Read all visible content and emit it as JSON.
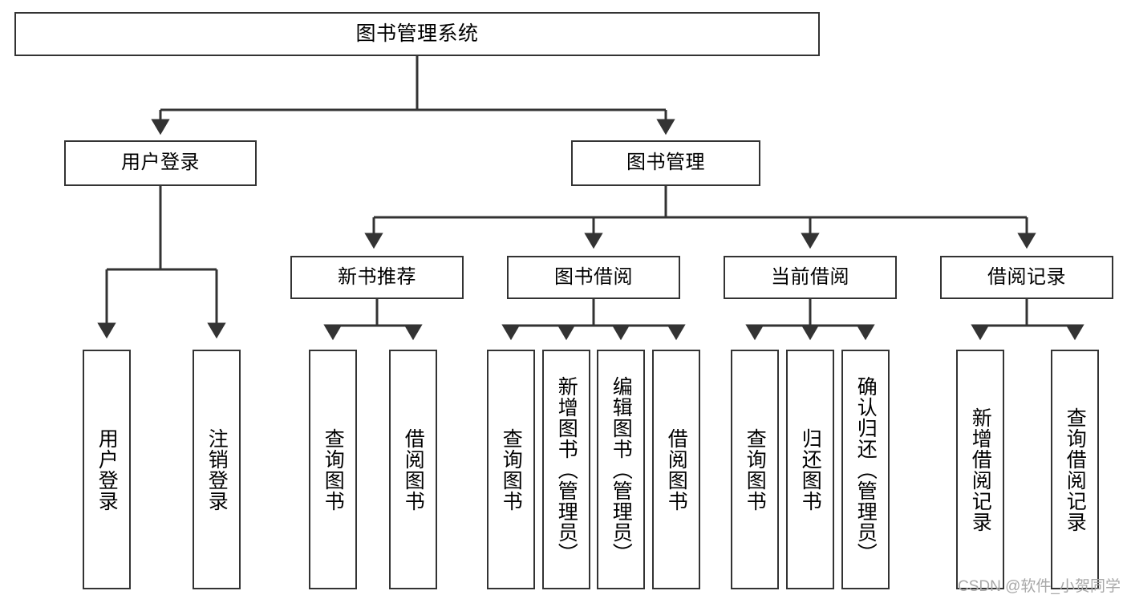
{
  "diagram": {
    "type": "tree-hierarchy-chart",
    "title": "图书管理系统",
    "stroke_color": "#333333",
    "fill_color": "#ffffff",
    "text_color": "#000000",
    "watermark": "CSDN @软件_小贺同学",
    "nodes": {
      "root": {
        "label": "图书管理系统"
      },
      "level2": [
        {
          "label": "用户登录"
        },
        {
          "label": "图书管理"
        }
      ],
      "level3": [
        {
          "label": "新书推荐"
        },
        {
          "label": "图书借阅"
        },
        {
          "label": "当前借阅"
        },
        {
          "label": "借阅记录"
        }
      ],
      "leaves": {
        "user_login": [
          {
            "label": "用户登录"
          },
          {
            "label": "注销登录"
          }
        ],
        "new_book_recommend": [
          {
            "label": "查询图书"
          },
          {
            "label": "借阅图书"
          }
        ],
        "book_borrow": [
          {
            "label": "查询图书"
          },
          {
            "label": "新增图书（管理员）"
          },
          {
            "label": "编辑图书（管理员）"
          },
          {
            "label": "借阅图书"
          }
        ],
        "current_borrow": [
          {
            "label": "查询图书"
          },
          {
            "label": "归还图书"
          },
          {
            "label": "确认归还（管理员）"
          }
        ],
        "borrow_record": [
          {
            "label": "新增借阅记录"
          },
          {
            "label": "查询借阅记录"
          }
        ]
      }
    }
  }
}
